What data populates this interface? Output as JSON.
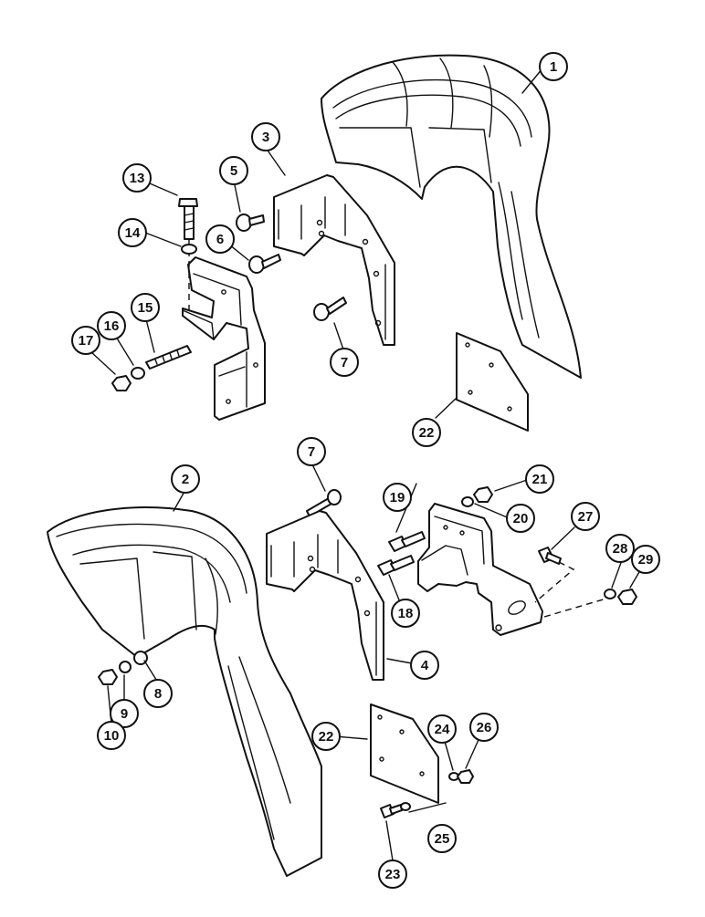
{
  "callouts": [
    {
      "label": "1"
    },
    {
      "label": "2"
    },
    {
      "label": "3"
    },
    {
      "label": "4"
    },
    {
      "label": "5"
    },
    {
      "label": "6"
    },
    {
      "label": "7"
    },
    {
      "label": "7"
    },
    {
      "label": "8"
    },
    {
      "label": "9"
    },
    {
      "label": "10"
    },
    {
      "label": "13"
    },
    {
      "label": "14"
    },
    {
      "label": "15"
    },
    {
      "label": "16"
    },
    {
      "label": "17"
    },
    {
      "label": "18"
    },
    {
      "label": "19"
    },
    {
      "label": "20"
    },
    {
      "label": "21"
    },
    {
      "label": "22"
    },
    {
      "label": "22"
    },
    {
      "label": "23"
    },
    {
      "label": "24"
    },
    {
      "label": "25"
    },
    {
      "label": "26"
    },
    {
      "label": "27"
    },
    {
      "label": "28"
    },
    {
      "label": "29"
    }
  ]
}
